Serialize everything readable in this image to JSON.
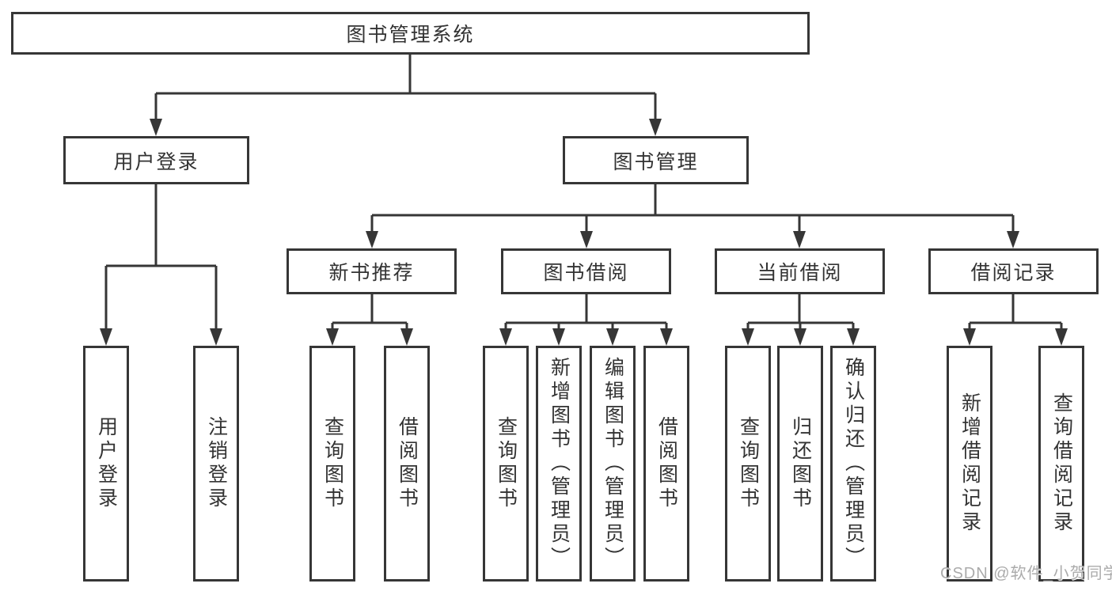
{
  "diagram": {
    "type": "tree",
    "colors": {
      "line": "#363636",
      "box_border": "#363636",
      "text": "#333333",
      "background": "#ffffff",
      "watermark": "#ababab"
    },
    "watermark": "CSDN @软件_小贺同学"
  },
  "nodes": {
    "root": "图书管理系统",
    "user_login": "用户登录",
    "book_mgmt": "图书管理",
    "new_book_rec": "新书推荐",
    "book_borrow": "图书借阅",
    "current_borrow": "当前借阅",
    "borrow_records": "借阅记录",
    "ul_user_login": "用户登录",
    "ul_logout": "注销登录",
    "nb_query_book": "查询图书",
    "nb_borrow_book": "借阅图书",
    "bb_query_book": "查询图书",
    "bb_add_book": "新增图书（管理员）",
    "bb_edit_book": "编辑图书（管理员）",
    "bb_borrow_book": "借阅图书",
    "cb_query_book": "查询图书",
    "cb_return_book": "归还图书",
    "cb_confirm_return": "确认归还（管理员）",
    "br_add_record": "新增借阅记录",
    "br_query_record": "查询借阅记录"
  },
  "hierarchy": {
    "图书管理系统": [
      "用户登录",
      "图书管理"
    ],
    "用户登录": [
      "用户登录",
      "注销登录"
    ],
    "图书管理": [
      "新书推荐",
      "图书借阅",
      "当前借阅",
      "借阅记录"
    ],
    "新书推荐": [
      "查询图书",
      "借阅图书"
    ],
    "图书借阅": [
      "查询图书",
      "新增图书（管理员）",
      "编辑图书（管理员）",
      "借阅图书"
    ],
    "当前借阅": [
      "查询图书",
      "归还图书",
      "确认归还（管理员）"
    ],
    "借阅记录": [
      "新增借阅记录",
      "查询借阅记录"
    ]
  }
}
